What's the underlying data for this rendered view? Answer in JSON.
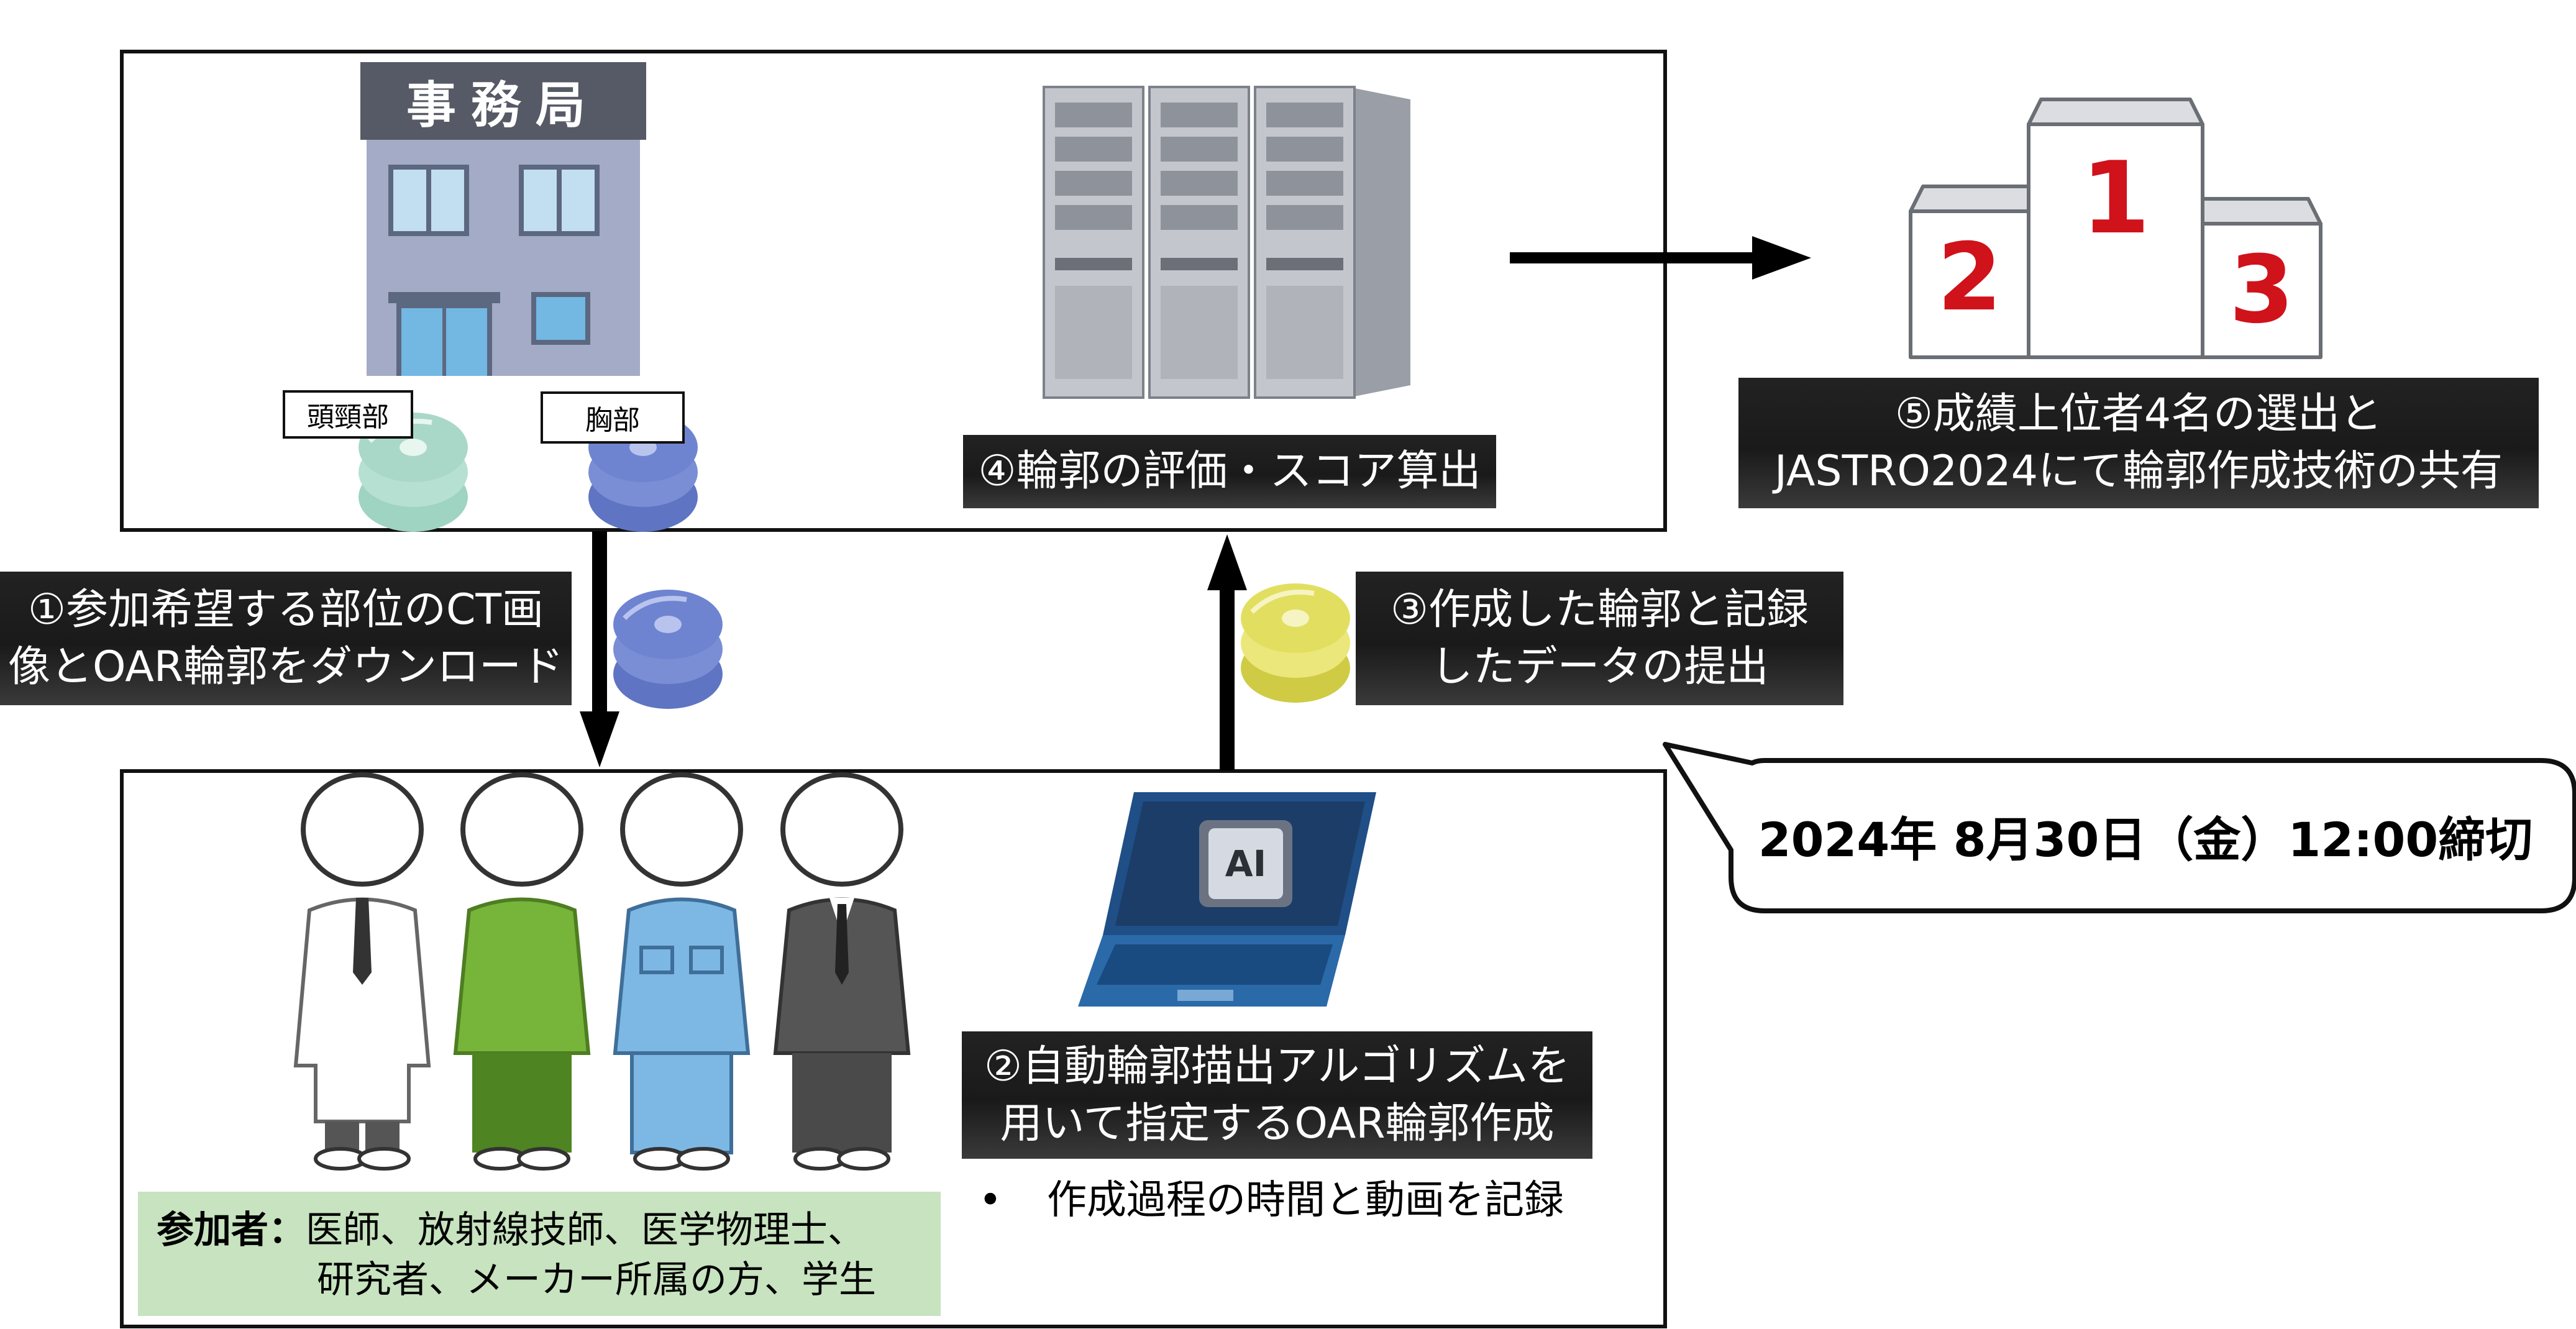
{
  "office": {
    "sign": "事務局"
  },
  "discs": {
    "head_neck_label": "頭頸部",
    "chest_label": "胸部"
  },
  "laptop": {
    "chip_label": "AI"
  },
  "steps": {
    "step1": {
      "line1": "①参加希望する部位のCT画",
      "line2": "像とOAR輪郭をダウンロード"
    },
    "step2": {
      "line1": "②自動輪郭描出アルゴリズムを",
      "line2": "用いて指定するOAR輪郭作成"
    },
    "step2_bullet": "作成過程の時間と動画を記録",
    "step3": {
      "line1": "③作成した輪郭と記録",
      "line2": "したデータの提出"
    },
    "step4": {
      "line1": "④輪郭の評価・スコア算出"
    },
    "step5": {
      "line1": "⑤成績上位者4名の選出と",
      "line2": "JASTRO2024にて輪郭作成技術の共有"
    }
  },
  "podium": {
    "first": "1",
    "second": "2",
    "third": "3"
  },
  "participants": {
    "label": "参加者：",
    "line1": "医師、放射線技師、医学物理士、",
    "line2": "研究者、メーカー所属の方、学生"
  },
  "deadline": "2024年 8月30日（金）12:00締切",
  "colors": {
    "disc_head": "#a9d8c9",
    "disc_chest": "#6f84d0",
    "disc_download": "#6f84d0",
    "disc_submit": "#e2df60",
    "podium_numbers": "#d0121b",
    "participants_bg": "#c7e3bf",
    "dark_box": "#1e1e1e"
  }
}
